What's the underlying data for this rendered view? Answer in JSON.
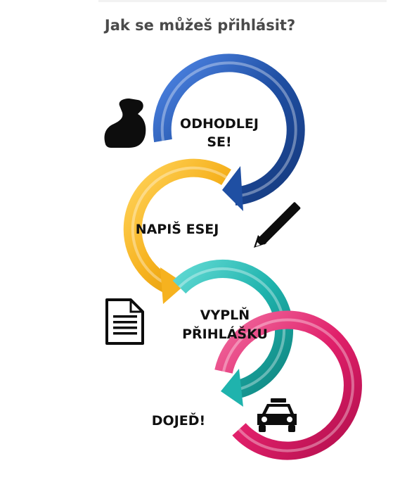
{
  "title": "Jak se můžeš přihlásit?",
  "colors": {
    "blue": "#1f4fa3",
    "yellow": "#f6b21f",
    "teal": "#1fb3ad",
    "pink": "#e0206a",
    "icon": "#0d0d0d"
  },
  "steps": [
    {
      "lines": [
        "ODHODLEJ",
        "SE!"
      ],
      "icon": "flexed-arm-icon"
    },
    {
      "lines": [
        "NAPIŠ ESEJ"
      ],
      "icon": "pencil-icon"
    },
    {
      "lines": [
        "VYPLŇ",
        "PŘIHLÁŠKU"
      ],
      "icon": "document-icon"
    },
    {
      "lines": [
        "DOJEĎ!"
      ],
      "icon": "taxi-icon"
    }
  ]
}
